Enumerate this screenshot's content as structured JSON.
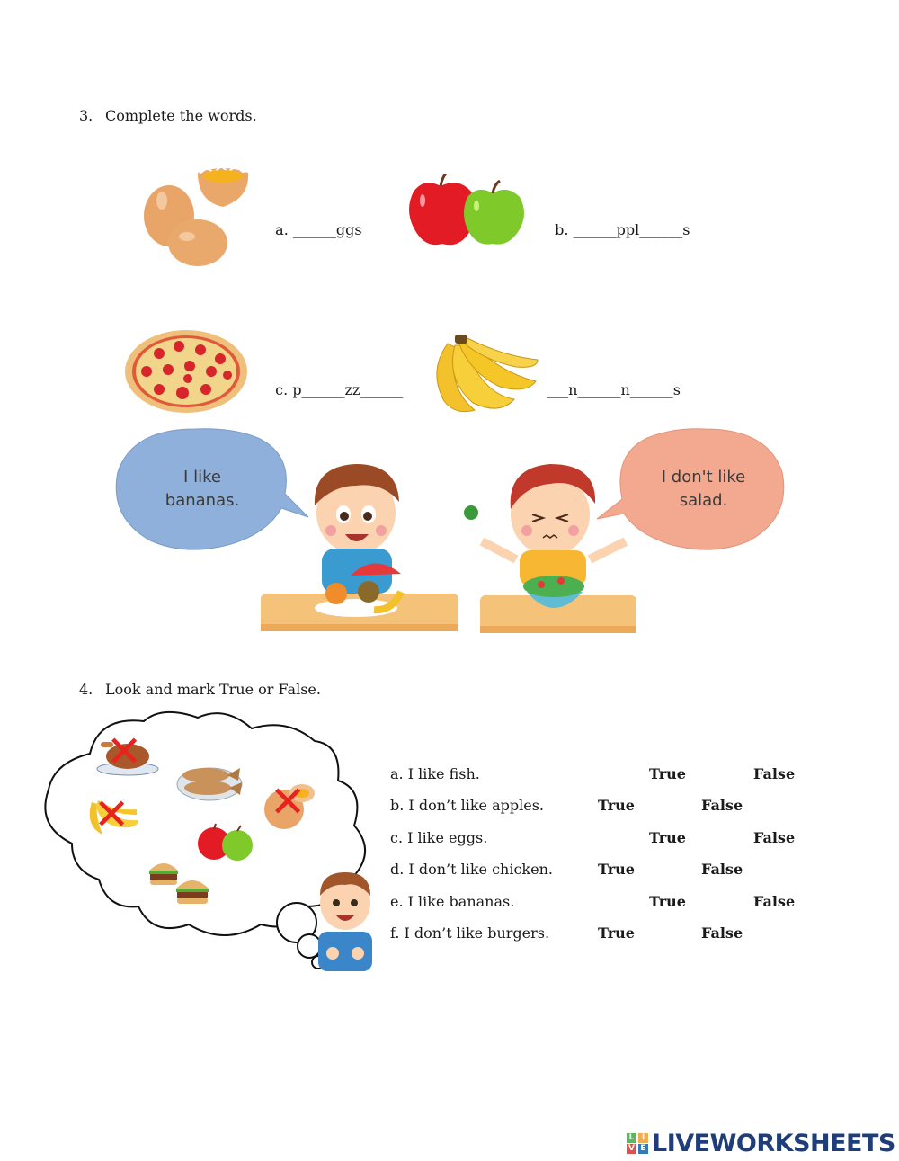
{
  "section3": {
    "number": "3.",
    "title": "Complete the words.",
    "items": [
      {
        "label": "a. ",
        "pattern": "______ggs",
        "picture": "eggs"
      },
      {
        "label": "b. ",
        "pattern": "______ppl______s",
        "picture": "apples"
      },
      {
        "label": "c. ",
        "pattern": "p______zz______",
        "picture": "pizza"
      },
      {
        "label": "",
        "pattern": "___n______n______s",
        "picture": "bananas"
      }
    ],
    "bubbles": {
      "left": {
        "line1": "I like",
        "line2": "bananas."
      },
      "right": {
        "line1": "I don't like",
        "line2": "salad."
      }
    }
  },
  "section4": {
    "number": "4.",
    "title": "Look and mark True or False.",
    "thought_items": [
      {
        "food": "chicken",
        "crossed": true
      },
      {
        "food": "fish",
        "crossed": false
      },
      {
        "food": "bananas",
        "crossed": true
      },
      {
        "food": "eggs",
        "crossed": true
      },
      {
        "food": "apples",
        "crossed": false
      },
      {
        "food": "burgers",
        "crossed": false
      }
    ],
    "statements": [
      {
        "text": "a. I like fish.",
        "true_label": "True",
        "false_label": "False",
        "offset": "right"
      },
      {
        "text": "b. I don’t like apples.",
        "true_label": "True",
        "false_label": "False",
        "offset": "left"
      },
      {
        "text": "c. I like eggs.",
        "true_label": "True",
        "false_label": "False",
        "offset": "right"
      },
      {
        "text": "d. I don’t like chicken.",
        "true_label": "True",
        "false_label": "False",
        "offset": "left"
      },
      {
        "text": "e. I like bananas.",
        "true_label": "True",
        "false_label": "False",
        "offset": "right"
      },
      {
        "text": "f. I don’t like burgers.",
        "true_label": "True",
        "false_label": "False",
        "offset": "left"
      }
    ]
  },
  "footer": {
    "brand": "LIVEWORKSHEETS",
    "tiles": [
      "L",
      "I",
      "V",
      "E"
    ],
    "tile_colors": [
      "#5cb85c",
      "#f0ad4e",
      "#d9534f",
      "#337ab7"
    ]
  },
  "colors": {
    "bubble_left": "#8fb0db",
    "bubble_right": "#f3a98f",
    "table": "#f5c27a",
    "cross": "#e8231f",
    "brand": "#1f3d7a"
  }
}
